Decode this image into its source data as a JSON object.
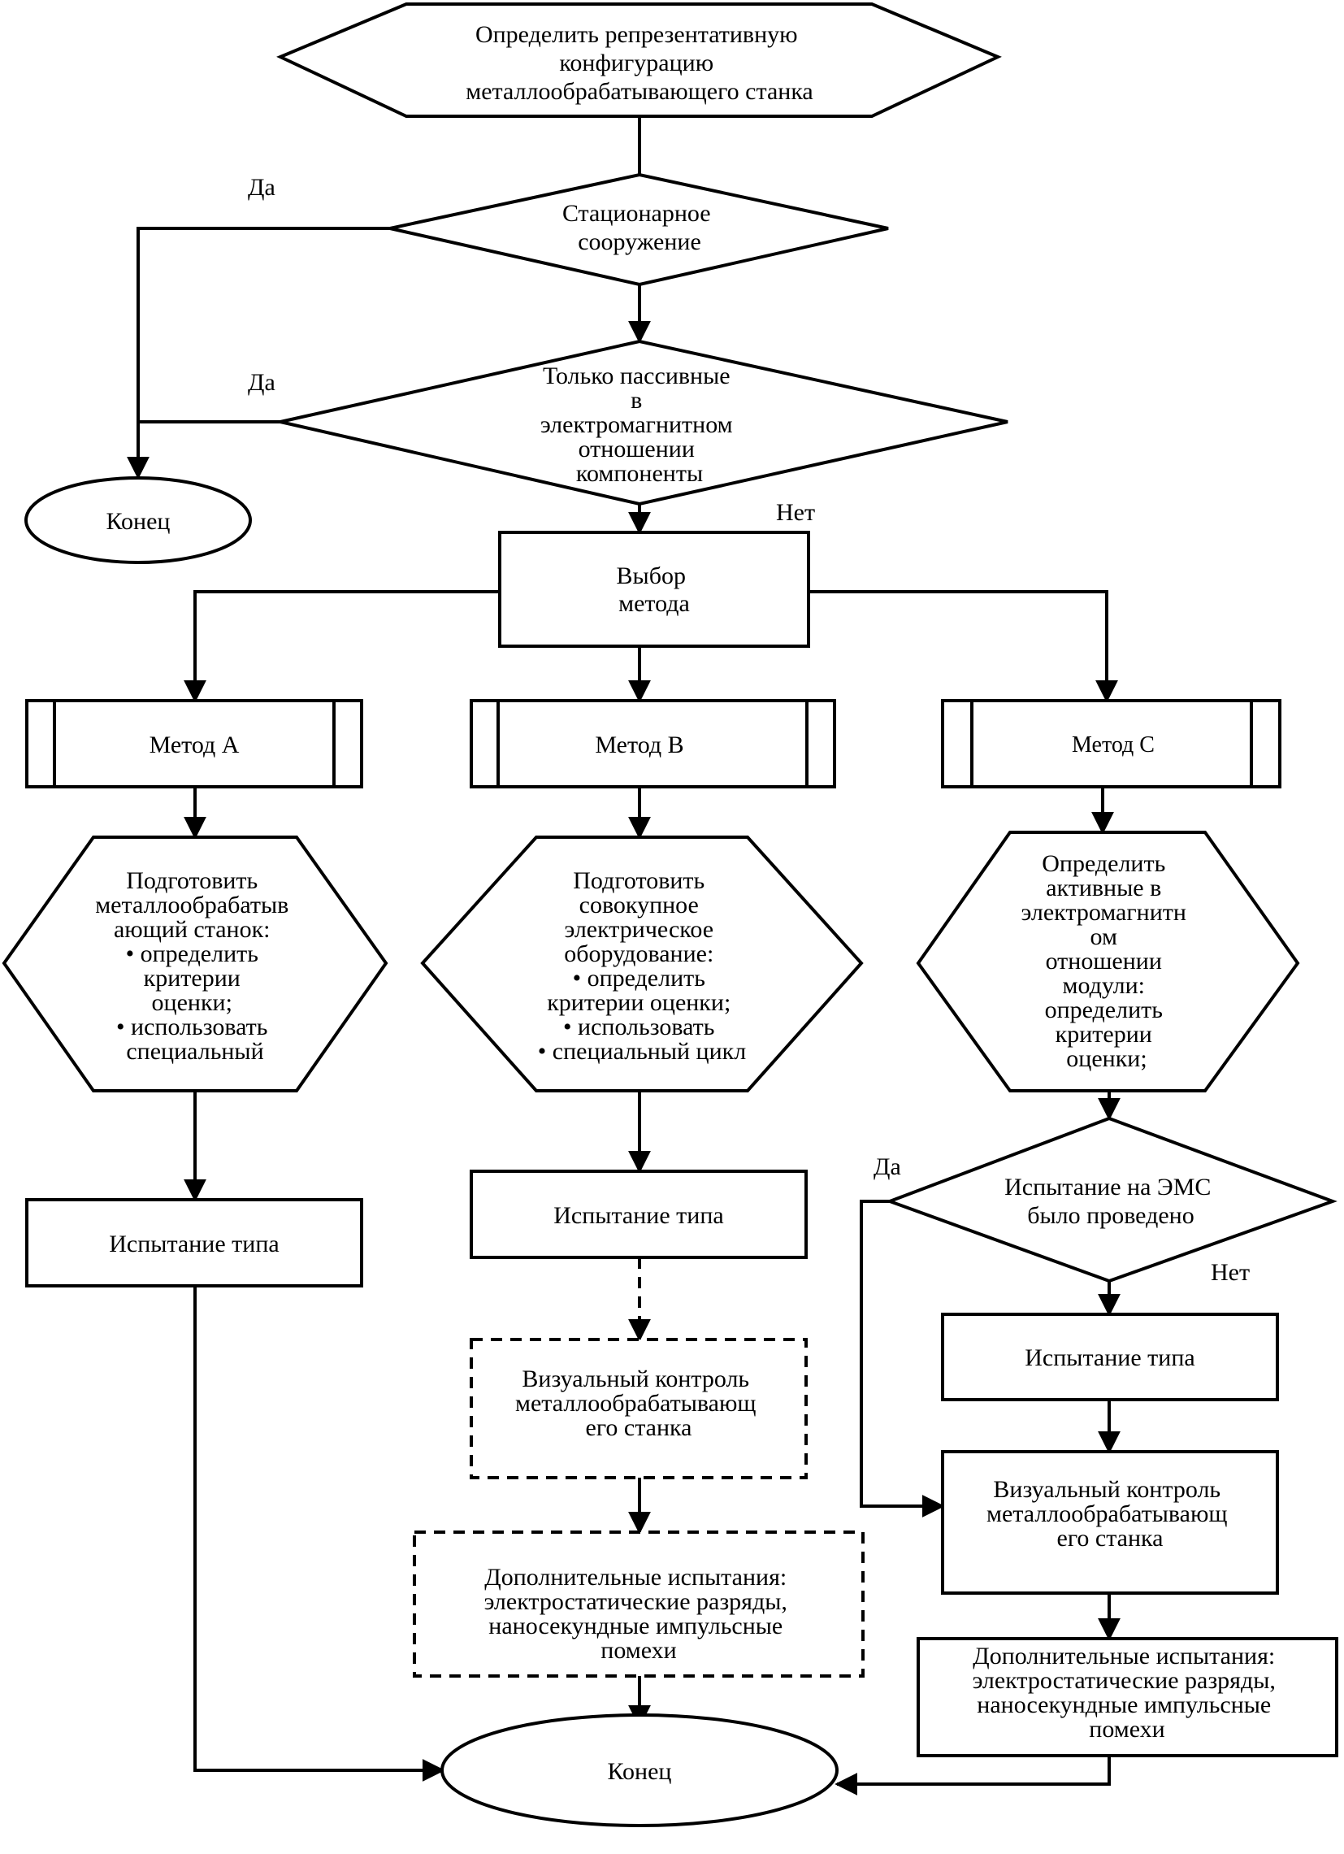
{
  "nodes": {
    "start": {
      "lines": [
        "Определить репрезентативную",
        "конфигурацию",
        "металлообрабатывающего станка"
      ]
    },
    "stationary": {
      "lines": [
        "Стационарное",
        "сооружение"
      ]
    },
    "passive": {
      "lines": [
        "Только пассивные",
        "в",
        "электромагнитном",
        "отношении",
        "компоненты"
      ]
    },
    "end_top": {
      "lines": [
        "Конец"
      ]
    },
    "method_select": {
      "lines": [
        "Выбор",
        "метода"
      ]
    },
    "method_a": {
      "lines": [
        "Метод А"
      ]
    },
    "method_b": {
      "lines": [
        "Метод В"
      ]
    },
    "method_c": {
      "lines": [
        "Метод С"
      ]
    },
    "prep_a": {
      "lines": [
        "Подготовить",
        "металлообрабатыв",
        "ающий станок:",
        "•  определить",
        "критерии",
        "оценки;",
        "•  использовать",
        "специальный"
      ]
    },
    "prep_b": {
      "lines": [
        "Подготовить",
        "совокупное",
        "электрическое",
        "оборудование:",
        "•  определить",
        "критерии оценки;",
        "•  использовать",
        "•  специальный цикл"
      ]
    },
    "prep_c": {
      "lines": [
        "Определить",
        "активные в",
        "электромагнитн",
        "ом",
        "отношении",
        "модули:",
        "определить",
        "критерии",
        "оценки;"
      ]
    },
    "type_test_a": {
      "lines": [
        "Испытание типа"
      ]
    },
    "type_test_b": {
      "lines": [
        "Испытание типа"
      ]
    },
    "emc_done": {
      "lines": [
        "Испытание на ЭМС",
        "было проведено"
      ]
    },
    "type_test_c": {
      "lines": [
        "Испытание типа"
      ]
    },
    "visual_b": {
      "lines": [
        "Визуальный контроль",
        "металлообрабатывающ",
        "его станка"
      ]
    },
    "visual_c": {
      "lines": [
        "Визуальный контроль",
        "металлообрабатывающ",
        "его станка"
      ]
    },
    "extra_b": {
      "lines": [
        "Дополнительные испытания:",
        "электростатические разряды,",
        "наносекундные импульсные",
        "помехи"
      ]
    },
    "extra_c": {
      "lines": [
        "Дополнительные испытания:",
        "электростатические разряды,",
        "наносекундные импульсные",
        "помехи"
      ]
    },
    "end_bottom": {
      "lines": [
        "Конец"
      ]
    }
  },
  "labels": {
    "yes_stationary": "Да",
    "yes_passive": "Да",
    "no_passive": "Нет",
    "yes_emc": "Да",
    "no_emc": "Нет"
  }
}
